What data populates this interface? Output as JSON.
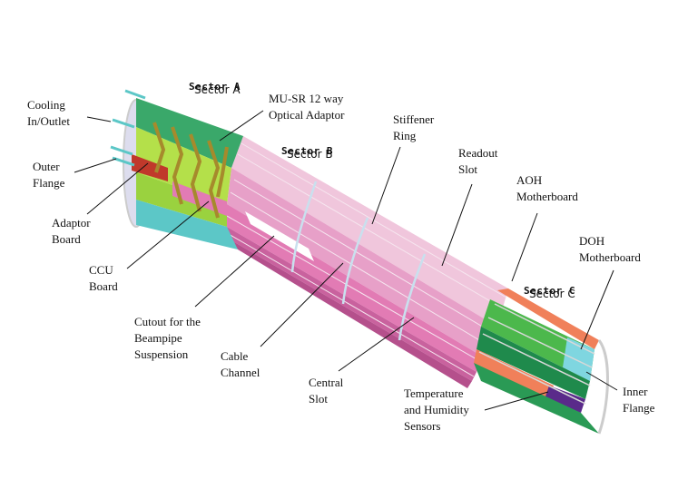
{
  "figure": {
    "background": "#ffffff",
    "colors": {
      "pink_light": "#f0c6dc",
      "pink_mid": "#e27bb4",
      "pink_dark": "#b5508c",
      "green_dark": "#1f8a4c",
      "green_mid": "#4cb84c",
      "green_light": "#b4e04a",
      "teal": "#5cc7c7",
      "cyan_light": "#7fd6e0",
      "salmon": "#f0805a",
      "red": "#c0392b",
      "purple": "#5a2a8a",
      "cable_gold": "#a68a2c",
      "stiffener_ring": "#c9e0ee"
    }
  },
  "sectors": [
    {
      "id": "A",
      "label": "Sector A",
      "overlay": "Sector A"
    },
    {
      "id": "B",
      "label": "Sector B",
      "overlay": "Sector B"
    },
    {
      "id": "C",
      "label": "Sector C",
      "overlay": "Sector C"
    }
  ],
  "labels": {
    "cooling": "Cooling\nIn/Outlet",
    "mu_sr": "MU-SR 12 way\nOptical Adaptor",
    "outer_flange": "Outer\nFlange",
    "adaptor_board": "Adaptor\nBoard",
    "ccu_board": "CCU\nBoard",
    "cutout": "Cutout for the\nBeampipe\nSuspension",
    "cable_channel": "Cable\nChannel",
    "central_slot": "Central\nSlot",
    "stiffener_ring": "Stiffener\nRing",
    "readout_slot": "Readout\nSlot",
    "aoh_motherboard": "AOH\nMotherboard",
    "doh_motherboard": "DOH\nMotherboard",
    "temp_humidity": "Temperature\nand Humidity\nSensors",
    "inner_flange": "Inner\nFlange"
  }
}
